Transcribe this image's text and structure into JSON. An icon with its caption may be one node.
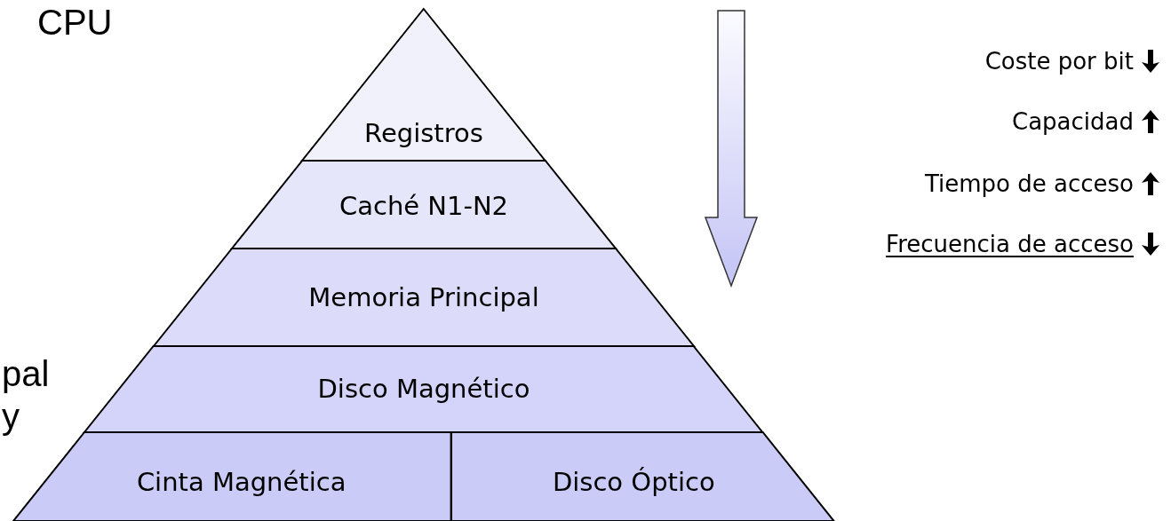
{
  "diagram": {
    "nodes": [
      {
        "text": [
          "Registros"
        ]
      },
      {
        "text": [
          "Caché N1-N2"
        ]
      },
      {
        "text": [
          "Memoria Principal"
        ]
      },
      {
        "text": [
          "Disco Magnético"
        ]
      },
      {
        "text": [
          "Cinta Magnética"
        ]
      },
      {
        "text": [
          "Disco Óptico"
        ]
      }
    ],
    "labels": [
      "CPU",
      "pal",
      "y",
      "Coste por bit",
      "Capacidad",
      "Tiempo de acceso",
      "Frecuencia de acceso"
    ]
  }
}
